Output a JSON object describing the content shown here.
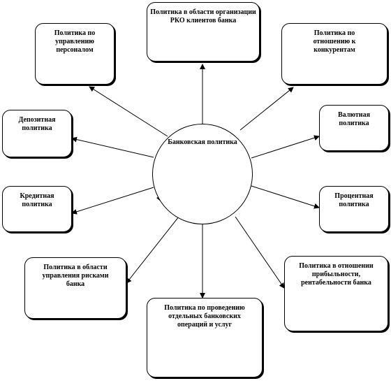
{
  "center": {
    "label": "Банковская политика"
  },
  "nodes": {
    "rko": "Политика в области организации РКО клиентов банка",
    "personnel": "Политика по управлению персоналом",
    "competitors": "Политика по отношению к конкурентам",
    "deposit": "Депозитная политика",
    "currency": "Валютная политика",
    "credit": "Кредитная политика",
    "interest": "Процентная политика",
    "risk": "Политика в области управления рисками банка",
    "operations": "Политика по проведению отдельных банковских операций и услуг",
    "profitability": "Политика в отношении прибыльности, рентабельности банка"
  }
}
